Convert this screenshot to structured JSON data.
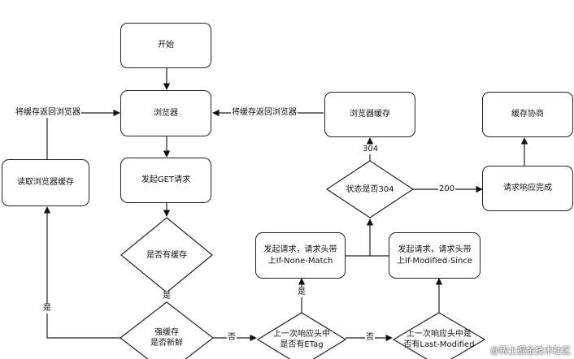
{
  "nodes": {
    "start": "开始",
    "browser": "浏览器",
    "send_get": "发起GET请求",
    "read_cache": "读取浏览器缓存",
    "browser_cache": "浏览器缓存",
    "cache_negotiate": "缓存协商",
    "request_done": "请求响应完成",
    "req_if_none_match": [
      "发起请求，请求头带",
      "上If-None-Match"
    ],
    "req_if_modified_since": [
      "发起请求，请求头带",
      "上If-Modified-Since"
    ]
  },
  "decisions": {
    "has_cache": "是否有缓存",
    "is_fresh": [
      "强缓存",
      "是否新鲜"
    ],
    "has_etag": [
      "上一次响应头中",
      "是否有ETag"
    ],
    "has_last_modified": [
      "上一次响应头中是",
      "否有Last-Modified"
    ],
    "status_304": "状态是否304"
  },
  "edge_labels": {
    "return_cache_left": "将缓存返回浏览器",
    "return_cache_right": "将缓存返回浏览器",
    "code_304": "304",
    "code_200": "200",
    "yes_has_cache": "是",
    "yes_fresh": "是",
    "no_fresh": "否",
    "yes_etag": "是",
    "no_etag": "否"
  },
  "watermark": "@稀土掘金技术社区"
}
